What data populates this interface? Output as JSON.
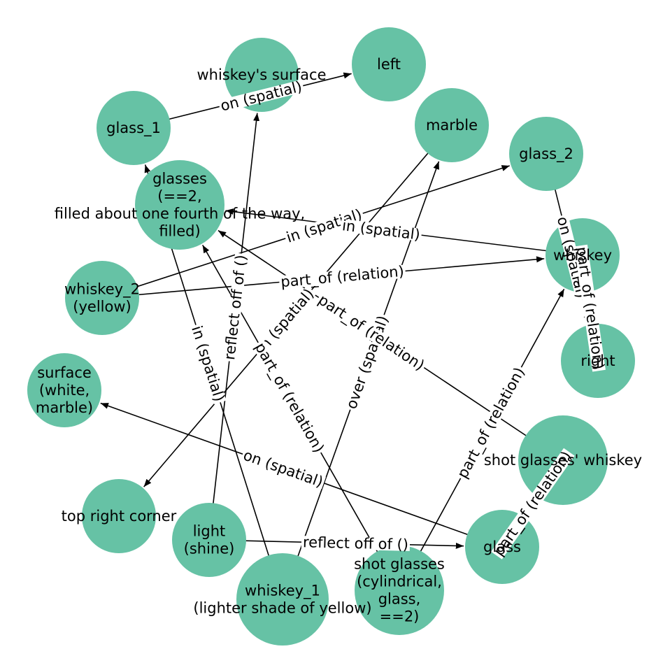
{
  "colors": {
    "node_fill": "#66c2a5",
    "edge": "#000000",
    "label_bg": "#ffffff"
  },
  "nodes": [
    {
      "id": "whiskey_surface",
      "lines": [
        "whiskey's surface"
      ]
    },
    {
      "id": "left",
      "lines": [
        "left"
      ]
    },
    {
      "id": "marble",
      "lines": [
        "marble"
      ]
    },
    {
      "id": "glass_2",
      "lines": [
        "glass_2"
      ]
    },
    {
      "id": "whiskey",
      "lines": [
        "whiskey"
      ]
    },
    {
      "id": "right",
      "lines": [
        "right"
      ]
    },
    {
      "id": "shot_glasses_whiskey",
      "lines": [
        "shot glasses' whiskey"
      ]
    },
    {
      "id": "glass",
      "lines": [
        "glass"
      ]
    },
    {
      "id": "shot_glasses",
      "lines": [
        "shot glasses",
        "(cylindrical,",
        "glass,",
        "==2)"
      ]
    },
    {
      "id": "whiskey_1",
      "lines": [
        "whiskey_1",
        "(lighter shade of yellow)"
      ]
    },
    {
      "id": "light",
      "lines": [
        "light",
        "(shine)"
      ]
    },
    {
      "id": "top_right_corner",
      "lines": [
        "top right corner"
      ]
    },
    {
      "id": "surface",
      "lines": [
        "surface",
        "(white,",
        "marble)"
      ]
    },
    {
      "id": "whiskey_2",
      "lines": [
        "whiskey_2",
        "(yellow)"
      ]
    },
    {
      "id": "glasses",
      "lines": [
        "glasses",
        "(==2,",
        "filled about one fourth of the way,",
        "filled)"
      ]
    },
    {
      "id": "glass_1",
      "lines": [
        "glass_1"
      ]
    }
  ],
  "edges": [
    {
      "from": "glass_1",
      "to": "left",
      "label": "on (spatial)"
    },
    {
      "from": "glass_2",
      "to": "right",
      "label": "on (spatial)"
    },
    {
      "from": "light",
      "to": "whiskey_surface",
      "label": "reflect off of ()"
    },
    {
      "from": "whiskey_2",
      "to": "glass_2",
      "label": "in (spatial)"
    },
    {
      "from": "whiskey_2",
      "to": "whiskey",
      "label": "part_of (relation)"
    },
    {
      "from": "whiskey",
      "to": "glasses",
      "label": "in (spatial)"
    },
    {
      "from": "whiskey_1",
      "to": "marble",
      "label": "over (spatial)"
    },
    {
      "from": "marble",
      "to": "top_right_corner",
      "label": "in (spatial)"
    },
    {
      "from": "shot_glasses_whiskey",
      "to": "glasses",
      "label": "part_of (relation)"
    },
    {
      "from": "shot_glasses",
      "to": "glasses",
      "label": "part_of (relation)"
    },
    {
      "from": "shot_glasses",
      "to": "whiskey",
      "label": "part_of (relation)"
    },
    {
      "from": "whiskey_1",
      "to": "glass_1",
      "label": "in (spatial)"
    },
    {
      "from": "glass",
      "to": "surface",
      "label": "on (spatial)"
    },
    {
      "from": "light",
      "to": "glass",
      "label": "reflect off of ()"
    },
    {
      "from": "glass",
      "to": "shot_glasses_whiskey",
      "label": "part_of (relation)"
    },
    {
      "from": "whiskey",
      "to": "right",
      "label": "part_of (relation)"
    }
  ]
}
